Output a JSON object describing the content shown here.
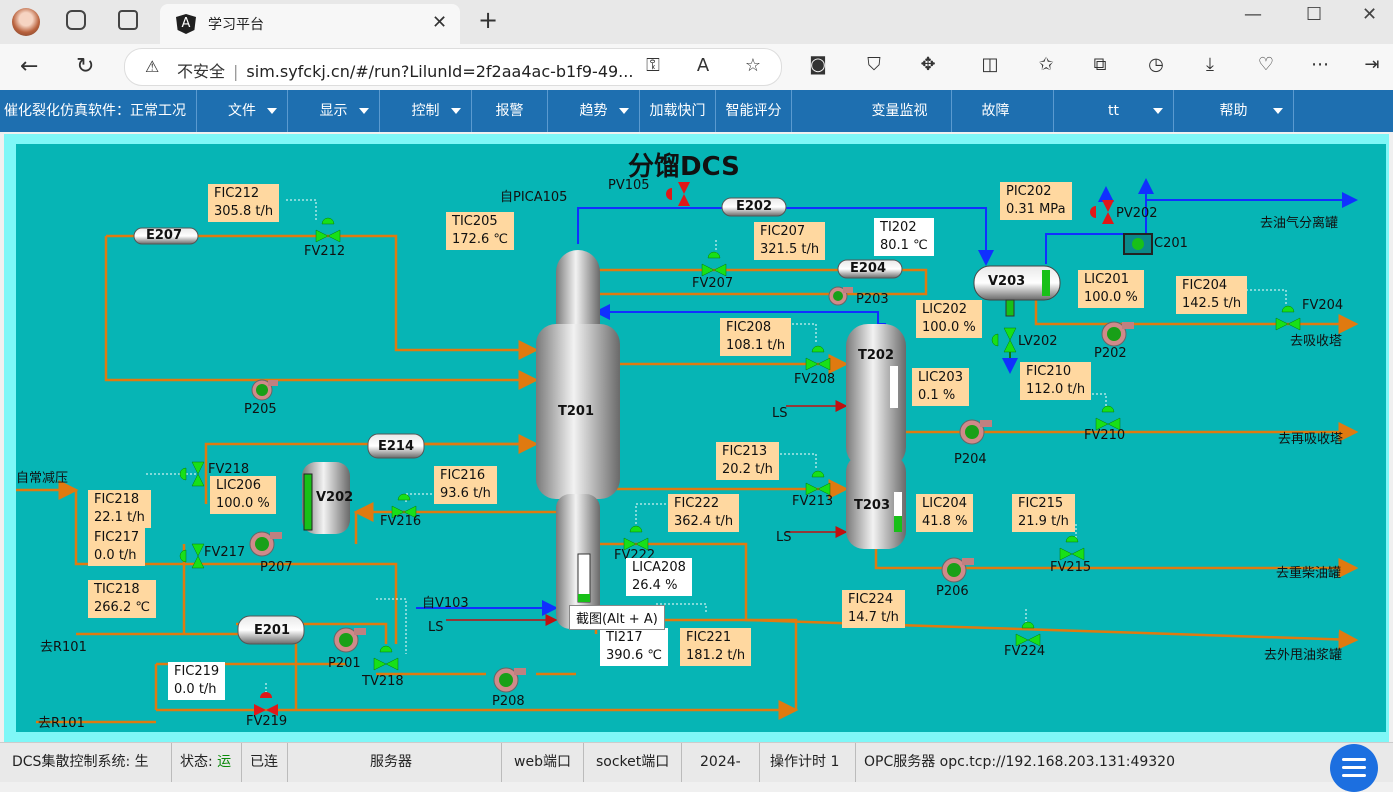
{
  "browser": {
    "tab_title": "学习平台",
    "url_security": "不安全",
    "url": "sim.syfckj.cn/#/run?LilunId=2f2aa4ac-b1f9-49..."
  },
  "menu": {
    "app_title": "催化裂化仿真软件：正常工况",
    "items": [
      {
        "label": "文件",
        "caret": true
      },
      {
        "label": "显示",
        "caret": true
      },
      {
        "label": "控制",
        "caret": true
      },
      {
        "label": "报警",
        "caret": false
      },
      {
        "label": "趋势",
        "caret": true
      },
      {
        "label": "加载快门",
        "caret": false
      },
      {
        "label": "智能评分",
        "caret": false
      },
      {
        "label": "变量监视",
        "caret": false
      },
      {
        "label": "故障",
        "caret": false
      },
      {
        "label": "tt",
        "caret": true
      },
      {
        "label": "帮助",
        "caret": true
      }
    ]
  },
  "diagram": {
    "title": "分馏DCS",
    "instruments": {
      "FIC212": {
        "tag": "FIC212",
        "value": "305.8",
        "unit": "t/h"
      },
      "TIC205": {
        "tag": "TIC205",
        "value": "172.6",
        "unit": "℃"
      },
      "FIC207": {
        "tag": "FIC207",
        "value": "321.5",
        "unit": "t/h"
      },
      "TI202": {
        "tag": "TI202",
        "value": "80.1",
        "unit": "℃"
      },
      "PIC202": {
        "tag": "PIC202",
        "value": "0.31",
        "unit": "MPa"
      },
      "LIC201": {
        "tag": "LIC201",
        "value": "100.0",
        "unit": "%"
      },
      "FIC204": {
        "tag": "FIC204",
        "value": "142.5",
        "unit": "t/h"
      },
      "LIC202": {
        "tag": "LIC202",
        "value": "100.0",
        "unit": "%"
      },
      "FIC208": {
        "tag": "FIC208",
        "value": "108.1",
        "unit": "t/h"
      },
      "LIC203": {
        "tag": "LIC203",
        "value": "0.1",
        "unit": "%"
      },
      "FIC210": {
        "tag": "FIC210",
        "value": "112.0",
        "unit": "t/h"
      },
      "FIC213": {
        "tag": "FIC213",
        "value": "20.2",
        "unit": "t/h"
      },
      "FIC216": {
        "tag": "FIC216",
        "value": "93.6",
        "unit": "t/h"
      },
      "FIC218": {
        "tag": "FIC218",
        "value": "22.1",
        "unit": "t/h"
      },
      "LIC206": {
        "tag": "LIC206",
        "value": "100.0",
        "unit": "%"
      },
      "FIC217": {
        "tag": "FIC217",
        "value": "0.0",
        "unit": "t/h"
      },
      "FIC222": {
        "tag": "FIC222",
        "value": "362.4",
        "unit": "t/h"
      },
      "LIC204": {
        "tag": "LIC204",
        "value": "41.8",
        "unit": "%"
      },
      "FIC215": {
        "tag": "FIC215",
        "value": "21.9",
        "unit": "t/h"
      },
      "LICA208": {
        "tag": "LICA208",
        "value": "26.4",
        "unit": "%"
      },
      "TIC218": {
        "tag": "TIC218",
        "value": "266.2",
        "unit": "℃"
      },
      "TI217": {
        "tag": "TI217",
        "value": "390.6",
        "unit": "℃"
      },
      "FIC221": {
        "tag": "FIC221",
        "value": "181.2",
        "unit": "t/h"
      },
      "FIC224": {
        "tag": "FIC224",
        "value": "14.7",
        "unit": "t/h"
      },
      "FIC219": {
        "tag": "FIC219",
        "value": "0.0",
        "unit": "t/h"
      }
    },
    "equipment": {
      "E207": "E207",
      "E202": "E202",
      "E204": "E204",
      "E214": "E214",
      "E201": "E201",
      "T201": "T201",
      "T202": "T202",
      "T203": "T203",
      "V203": "V203",
      "V202": "V202",
      "C201": "C201"
    },
    "valves": {
      "FV212": "FV212",
      "FV207": "FV207",
      "FV208": "FV208",
      "FV210": "FV210",
      "FV213": "FV213",
      "FV216": "FV216",
      "FV218": "FV218",
      "FV217": "FV217",
      "FV222": "FV222",
      "FV215": "FV215",
      "FV224": "FV224",
      "FV204": "FV204",
      "LV202": "LV202",
      "PV105": "PV105",
      "PV202": "PV202",
      "TV218": "TV218",
      "FV219": "FV219"
    },
    "pumps": {
      "P205": "P205",
      "P203": "P203",
      "P202": "P202",
      "P204": "P204",
      "P207": "P207",
      "P206": "P206",
      "P201": "P201",
      "P208": "P208"
    },
    "streams": {
      "from_pica105": "自PICA105",
      "to_gas": "去油气分离罐",
      "to_absorber": "去吸收塔",
      "to_reabsorber": "去再吸收塔",
      "to_heavy_diesel": "去重柴油罐",
      "to_slurry": "去外甩油浆罐",
      "from_vacuum": "自常减压",
      "from_v103": "自V103",
      "to_r101_a": "去R101",
      "to_r101_b": "去R101",
      "ls1": "LS",
      "ls2": "LS",
      "ls3": "LS"
    },
    "tooltip": "截图(Alt + A)"
  },
  "status": {
    "system": "DCS集散控制系统: 生",
    "state_label": "状态:",
    "state_value": "运",
    "connected": "已连",
    "server": "服务器",
    "web_port": "web端口",
    "socket_port": "socket端口",
    "year": "2024-",
    "op_timer": "操作计时 1",
    "opc": "OPC服务器 opc.tcp://192.168.203.131:49320"
  },
  "colors": {
    "menu_bg": "#1e6fb0",
    "canvas_bg": "#06b5b5",
    "pipe_orange": "#e07a10",
    "pipe_blue": "#1030ff",
    "valve_green": "#18e018",
    "valve_red": "#e01818",
    "box_bg": "#ffd8a0"
  }
}
